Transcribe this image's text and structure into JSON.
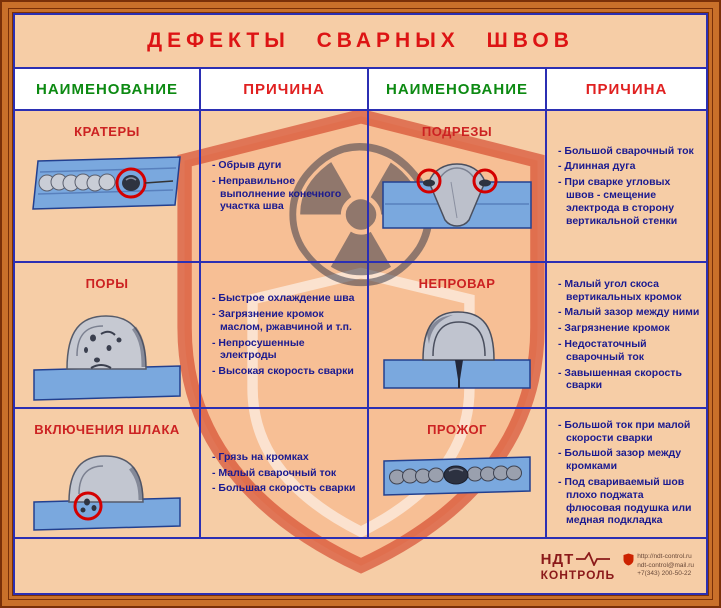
{
  "title": "ДЕФЕКТЫ  СВАРНЫХ  ШВОВ",
  "headers": {
    "name1": "НАИМЕНОВАНИЕ",
    "cause1": "ПРИЧИНА",
    "name2": "НАИМЕНОВАНИЕ",
    "cause2": "ПРИЧИНА"
  },
  "defects": [
    {
      "name": "КРАТЕРЫ",
      "causes": [
        "- Обрыв дуги",
        "- Неправильное выполнение конечного участка шва"
      ]
    },
    {
      "name": "ПОДРЕЗЫ",
      "causes": [
        "- Большой сварочный ток",
        "- Длинная дуга",
        "- При сварке угловых швов - смещение электрода в сторону вертикальной стенки"
      ]
    },
    {
      "name": "ПОРЫ",
      "causes": [
        "- Быстрое охлаждение шва",
        "- Загрязнение кромок маслом, ржавчиной и т.п.",
        "- Непросушенные электроды",
        "- Высокая скорость сварки"
      ]
    },
    {
      "name": "НЕПРОВАР",
      "causes": [
        "- Малый угол скоса вертикальных кромок",
        "- Малый зазор между ними",
        "- Загрязнение кромок",
        "- Недостаточный сварочный ток",
        "- Завышенная скорость сварки"
      ]
    },
    {
      "name": "ВКЛЮЧЕНИЯ ШЛАКА",
      "causes": [
        "- Грязь на кромках",
        "- Малый сварочный ток",
        "- Большая скорость сварки"
      ]
    },
    {
      "name": "ПРОЖОГ",
      "causes": [
        "- Большой ток при малой скорости сварки",
        "- Большой зазор между кромками",
        "- Под свариваемый шов плохо поджата флюсовая подушка или медная подкладка"
      ]
    }
  ],
  "logo": {
    "name_top": "НДТ",
    "name_bottom": "КОНТРОЛЬ",
    "contacts": [
      "http://ndt-control.ru",
      "ndt-control@mail.ru",
      "+7(343) 200-50-22"
    ]
  },
  "colors": {
    "frame_orange": "#c9702a",
    "background_peach": "#f6cda6",
    "table_blue": "#2b2fb3",
    "title_red": "#dd1414",
    "name_header_green": "#0c8a12",
    "cause_header_red": "#e02020",
    "defect_name_red": "#cc2222",
    "cause_text_navy": "#1a1a90",
    "highlight_red": "#d40000"
  }
}
